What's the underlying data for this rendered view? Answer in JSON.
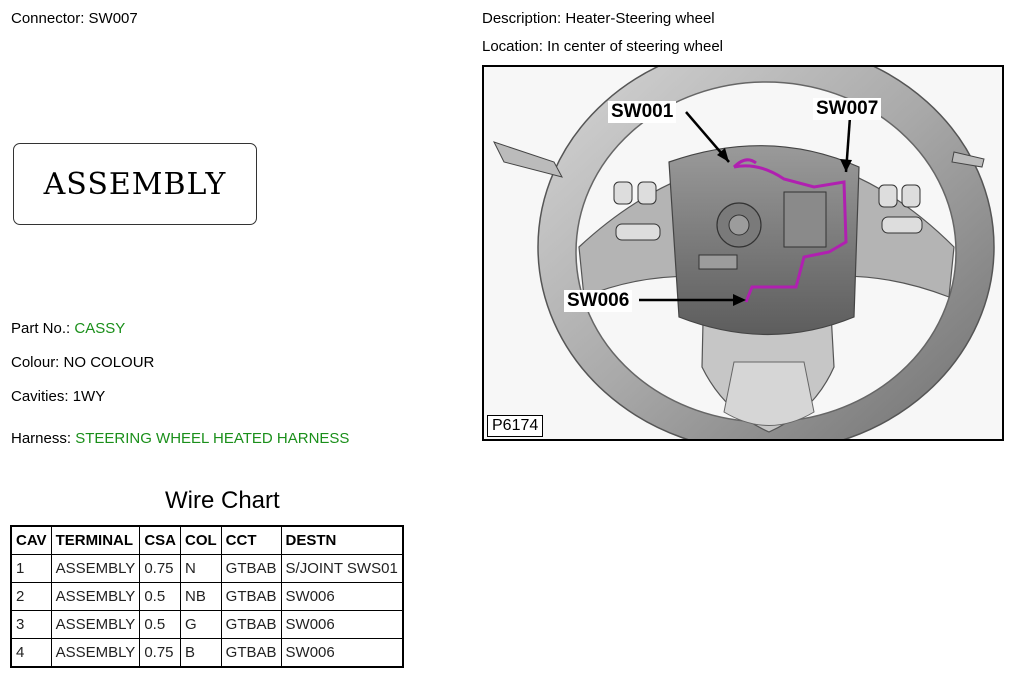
{
  "connector": {
    "label": "Connector:",
    "value": "SW007"
  },
  "description": {
    "label": "Description:",
    "value": "Heater-Steering wheel"
  },
  "location": {
    "label": "Location:",
    "value": "In center of steering wheel"
  },
  "assembly_label": "ASSEMBLY",
  "part_no": {
    "label": "Part No.:",
    "value": "CASSY"
  },
  "colour": {
    "label": "Colour:",
    "value": "NO COLOUR"
  },
  "cavities": {
    "label": "Cavities:",
    "value": "1WY"
  },
  "harness": {
    "label": "Harness:",
    "value": "STEERING WHEEL HEATED HARNESS"
  },
  "wire_chart": {
    "title": "Wire Chart",
    "headers": [
      "CAV",
      "TERMINAL",
      "CSA",
      "COL",
      "CCT",
      "DESTN"
    ],
    "rows": [
      [
        "1",
        "ASSEMBLY",
        "0.75",
        "N",
        "GTBAB",
        "S/JOINT SWS01"
      ],
      [
        "2",
        "ASSEMBLY",
        "0.5",
        "NB",
        "GTBAB",
        "SW006"
      ],
      [
        "3",
        "ASSEMBLY",
        "0.5",
        "G",
        "GTBAB",
        "SW006"
      ],
      [
        "4",
        "ASSEMBLY",
        "0.75",
        "B",
        "GTBAB",
        "SW006"
      ]
    ]
  },
  "image": {
    "callouts": [
      "SW001",
      "SW007",
      "SW006"
    ],
    "code": "P6174",
    "wire_color": "#b020b0"
  },
  "colors": {
    "accent_green": "#1a8f1a"
  }
}
